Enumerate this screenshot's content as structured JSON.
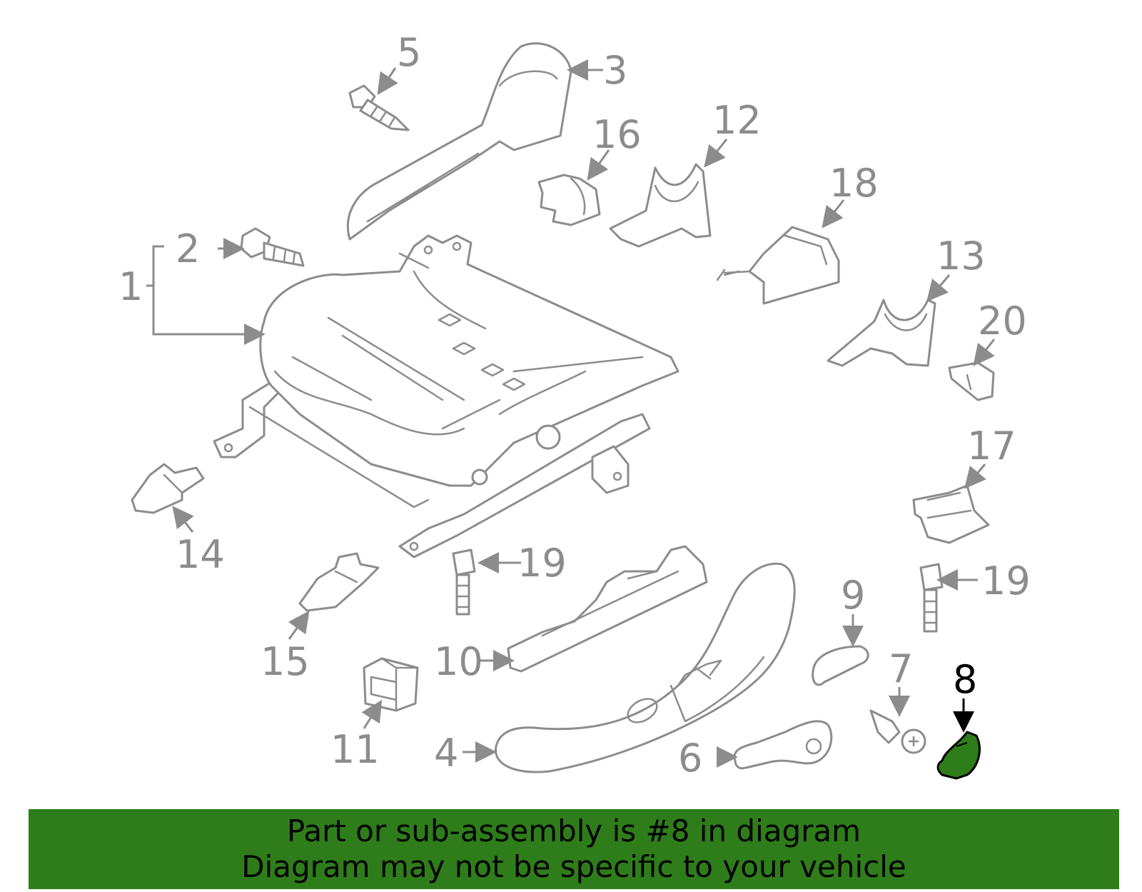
{
  "callouts": {
    "c1": "1",
    "c2": "2",
    "c3": "3",
    "c4": "4",
    "c5": "5",
    "c6": "6",
    "c7": "7",
    "c8": "8",
    "c9": "9",
    "c10": "10",
    "c11": "11",
    "c12": "12",
    "c13": "13",
    "c14": "14",
    "c15": "15",
    "c16": "16",
    "c17": "17",
    "c18": "18",
    "c19a": "19",
    "c19b": "19",
    "c20": "20"
  },
  "highlight": {
    "part": "8",
    "color": "#2e7d1a"
  },
  "colors": {
    "line": "#8c8c8c",
    "highlight_fill": "#2e7d1a",
    "banner_bg": "#2e7d1a"
  },
  "banner": {
    "line1": "Part or sub-assembly is #8 in diagram",
    "line2": "Diagram may not be specific to your vehicle"
  }
}
